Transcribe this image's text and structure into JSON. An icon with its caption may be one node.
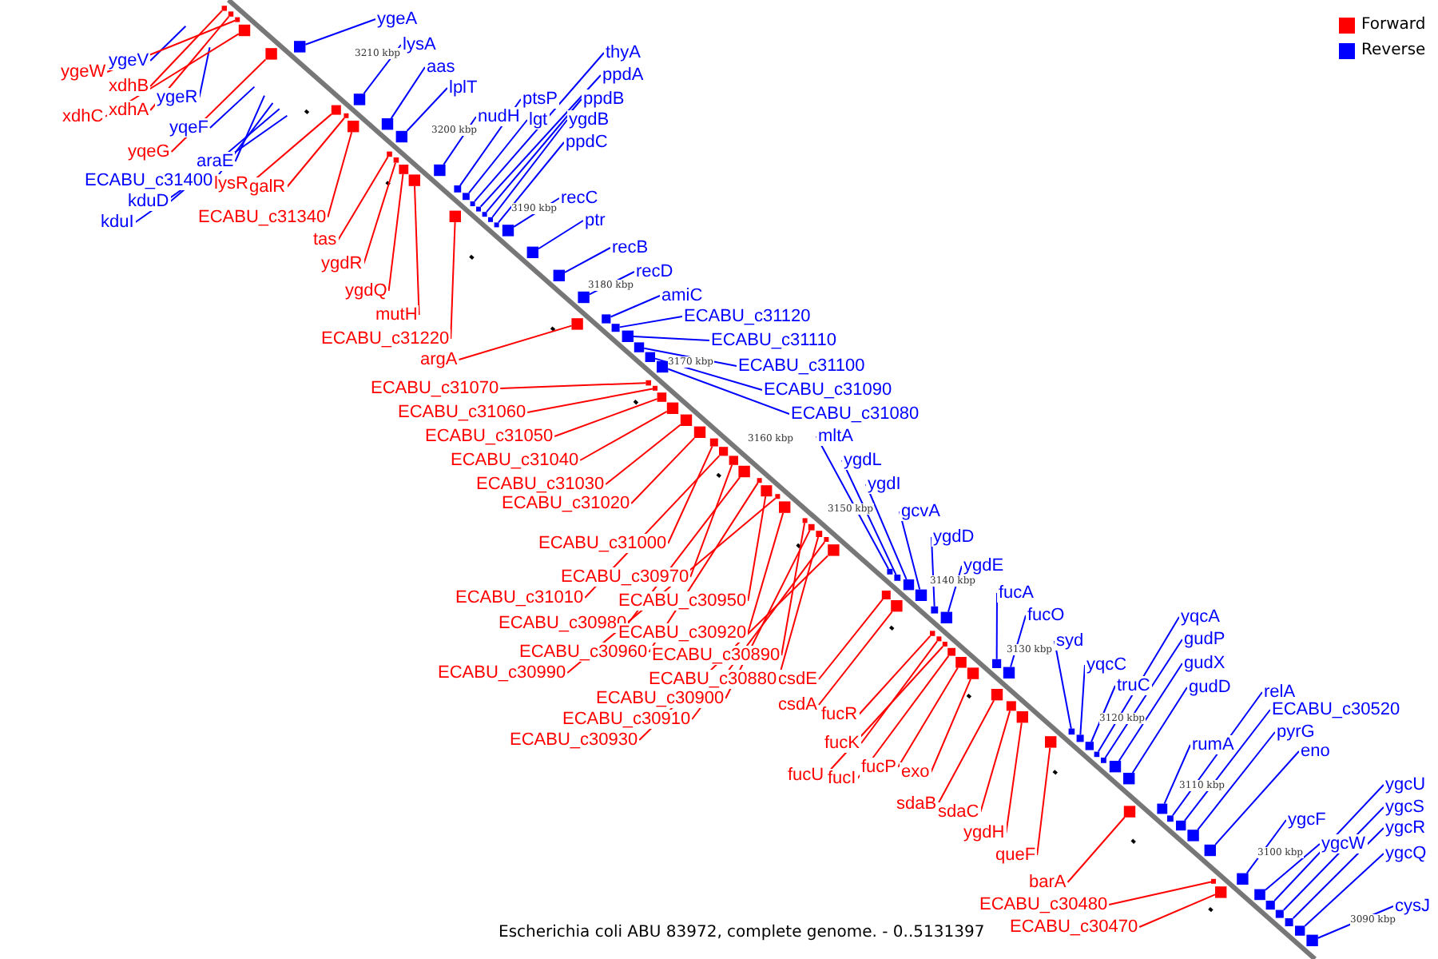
{
  "diagram": {
    "caption": "Escherichia coli ABU 83972, complete genome. - 0..5131397",
    "nodes": [
      {
        "text": [
          "ygeA"
        ]
      },
      {
        "text": [
          "lysA"
        ]
      },
      {
        "text": [
          "aas"
        ]
      },
      {
        "text": [
          "lplT"
        ]
      },
      {
        "text": [
          "nudH"
        ]
      },
      {
        "text": [
          "ptsP"
        ]
      },
      {
        "text": [
          "lgt"
        ]
      },
      {
        "text": [
          "thyA"
        ]
      },
      {
        "text": [
          "ppdA"
        ]
      },
      {
        "text": [
          "ppdB"
        ]
      },
      {
        "text": [
          "ygdB"
        ]
      },
      {
        "text": [
          "ppdC"
        ]
      },
      {
        "text": [
          "recC"
        ]
      },
      {
        "text": [
          "ptr"
        ]
      },
      {
        "text": [
          "recB"
        ]
      },
      {
        "text": [
          "recD"
        ]
      },
      {
        "text": [
          "amiC"
        ]
      },
      {
        "text": [
          "ECABU_c31120"
        ]
      },
      {
        "text": [
          "ECABU_c31110"
        ]
      },
      {
        "text": [
          "ECABU_c31100"
        ]
      },
      {
        "text": [
          "ECABU_c31090"
        ]
      },
      {
        "text": [
          "ECABU_c31080"
        ]
      },
      {
        "text": [
          "mltA"
        ]
      },
      {
        "text": [
          "ygdL"
        ]
      },
      {
        "text": [
          "ygdI"
        ]
      },
      {
        "text": [
          "gcvA"
        ]
      },
      {
        "text": [
          "ygdD"
        ]
      },
      {
        "text": [
          "ygdE"
        ]
      },
      {
        "text": [
          "fucA"
        ]
      },
      {
        "text": [
          "fucO"
        ]
      },
      {
        "text": [
          "syd"
        ]
      },
      {
        "text": [
          "yqcC"
        ]
      },
      {
        "text": [
          "truC"
        ]
      },
      {
        "text": [
          "yqcA"
        ]
      },
      {
        "text": [
          "gudP"
        ]
      },
      {
        "text": [
          "gudX"
        ]
      },
      {
        "text": [
          "gudD"
        ]
      },
      {
        "text": [
          "relA"
        ]
      },
      {
        "text": [
          "ECABU_c30520"
        ]
      },
      {
        "text": [
          "pyrG"
        ]
      },
      {
        "text": [
          "eno"
        ]
      },
      {
        "text": [
          "rumA"
        ]
      },
      {
        "text": [
          "ygcF"
        ]
      },
      {
        "text": [
          "ygcW"
        ]
      },
      {
        "text": [
          "ygcU"
        ]
      },
      {
        "text": [
          "ygcS"
        ]
      },
      {
        "text": [
          "ygcR"
        ]
      },
      {
        "text": [
          "ygcQ"
        ]
      },
      {
        "text": [
          "cysJ"
        ]
      },
      {
        "text": [
          "ygeV"
        ]
      },
      {
        "text": [
          "ygeR"
        ]
      },
      {
        "text": [
          "yqeF"
        ]
      },
      {
        "text": [
          "araE"
        ]
      },
      {
        "text": [
          "ECABU_c31400"
        ]
      },
      {
        "text": [
          "kduD"
        ]
      },
      {
        "text": [
          "kduI"
        ]
      },
      {
        "text": [
          "ygeW"
        ]
      },
      {
        "text": [
          "xdhB"
        ]
      },
      {
        "text": [
          "xdhA"
        ]
      },
      {
        "text": [
          "xdhC"
        ]
      },
      {
        "text": [
          "yqeG"
        ]
      },
      {
        "text": [
          "lysR"
        ]
      },
      {
        "text": [
          "galR"
        ]
      },
      {
        "text": [
          "ECABU_c31340"
        ]
      },
      {
        "text": [
          "tas"
        ]
      },
      {
        "text": [
          "ygdR"
        ]
      },
      {
        "text": [
          "ygdQ"
        ]
      },
      {
        "text": [
          "mutH"
        ]
      },
      {
        "text": [
          "ECABU_c31220"
        ]
      },
      {
        "text": [
          "argA"
        ]
      },
      {
        "text": [
          "ECABU_c31070"
        ]
      },
      {
        "text": [
          "ECABU_c31060"
        ]
      },
      {
        "text": [
          "ECABU_c31050"
        ]
      },
      {
        "text": [
          "ECABU_c31040"
        ]
      },
      {
        "text": [
          "ECABU_c31030"
        ]
      },
      {
        "text": [
          "ECABU_c31020"
        ]
      },
      {
        "text": [
          "ECABU_c31000"
        ]
      },
      {
        "text": [
          "ECABU_c30970"
        ]
      },
      {
        "text": [
          "ECABU_c31010"
        ]
      },
      {
        "text": [
          "ECABU_c30980"
        ]
      },
      {
        "text": [
          "ECABU_c30950"
        ]
      },
      {
        "text": [
          "ECABU_c30960"
        ]
      },
      {
        "text": [
          "ECABU_c30920"
        ]
      },
      {
        "text": [
          "ECABU_c30990"
        ]
      },
      {
        "text": [
          "ECABU_c30890"
        ]
      },
      {
        "text": [
          "ECABU_c30880"
        ]
      },
      {
        "text": [
          "ECABU_c30900"
        ]
      },
      {
        "text": [
          "ECABU_c30910"
        ]
      },
      {
        "text": [
          "ECABU_c30930"
        ]
      },
      {
        "text": [
          "csdE"
        ]
      },
      {
        "text": [
          "csdA"
        ]
      },
      {
        "text": [
          "fucR"
        ]
      },
      {
        "text": [
          "fucK"
        ]
      },
      {
        "text": [
          "fucU"
        ]
      },
      {
        "text": [
          "fucI"
        ]
      },
      {
        "text": [
          "fucP"
        ]
      },
      {
        "text": [
          "exo"
        ]
      },
      {
        "text": [
          "sdaB"
        ]
      },
      {
        "text": [
          "sdaC"
        ]
      },
      {
        "text": [
          "ygdH"
        ]
      },
      {
        "text": [
          "queF"
        ]
      },
      {
        "text": [
          "barA"
        ]
      },
      {
        "text": [
          "ECABU_c30480"
        ]
      },
      {
        "text": [
          "ECABU_c30470"
        ]
      },
      {
        "text": [],
        "shape": "box"
      },
      {
        "text": [],
        "shape": "box"
      },
      {
        "text": [],
        "shape": "box"
      },
      {
        "text": [],
        "shape": "box"
      },
      {
        "text": [],
        "shape": "box"
      },
      {
        "text": [],
        "shape": "box"
      },
      {
        "text": [],
        "shape": "box"
      },
      {
        "text": [],
        "shape": "box"
      },
      {
        "text": [],
        "shape": "box"
      },
      {
        "text": [],
        "shape": "box"
      },
      {
        "text": [],
        "shape": "box"
      },
      {
        "text": [],
        "shape": "box"
      },
      {
        "text": [],
        "shape": "box"
      },
      {
        "text": [],
        "shape": "box"
      },
      {
        "text": [],
        "shape": "box"
      },
      {
        "text": [],
        "shape": "box"
      },
      {
        "text": [],
        "shape": "box"
      },
      {
        "text": [],
        "shape": "box"
      },
      {
        "text": [],
        "shape": "box"
      },
      {
        "text": [],
        "shape": "box"
      },
      {
        "text": [],
        "shape": "box"
      },
      {
        "text": [],
        "shape": "box"
      },
      {
        "text": [],
        "shape": "box"
      },
      {
        "text": [],
        "shape": "box"
      },
      {
        "text": [],
        "shape": "box"
      },
      {
        "text": [],
        "shape": "box"
      },
      {
        "text": [],
        "shape": "box"
      },
      {
        "text": [],
        "shape": "box"
      },
      {
        "text": [],
        "shape": "box"
      },
      {
        "text": [],
        "shape": "box"
      },
      {
        "text": [],
        "shape": "box"
      },
      {
        "text": [],
        "shape": "box"
      },
      {
        "text": [],
        "shape": "box"
      },
      {
        "text": [],
        "shape": "box"
      },
      {
        "text": [],
        "shape": "box"
      },
      {
        "text": [],
        "shape": "box"
      },
      {
        "text": [],
        "shape": "box"
      },
      {
        "text": [],
        "shape": "box"
      },
      {
        "text": [],
        "shape": "box"
      },
      {
        "text": [],
        "shape": "box"
      },
      {
        "text": [],
        "shape": "box"
      },
      {
        "text": [],
        "shape": "box"
      },
      {
        "text": [],
        "shape": "box"
      },
      {
        "text": [],
        "shape": "box"
      },
      {
        "text": [],
        "shape": "box"
      },
      {
        "text": [],
        "shape": "box"
      },
      {
        "text": [],
        "shape": "box"
      },
      {
        "text": [],
        "shape": "box"
      },
      {
        "text": [],
        "shape": "box"
      },
      {
        "text": [],
        "shape": "box"
      },
      {
        "text": [],
        "shape": "box"
      },
      {
        "text": [],
        "shape": "box"
      },
      {
        "text": [],
        "shape": "box"
      },
      {
        "text": [],
        "shape": "box"
      },
      {
        "text": [],
        "shape": "box"
      },
      {
        "text": [],
        "shape": "box"
      },
      {
        "text": [],
        "shape": "box"
      },
      {
        "text": [],
        "shape": "box"
      },
      {
        "text": [],
        "shape": "box"
      },
      {
        "text": [],
        "shape": "box"
      },
      {
        "text": [],
        "shape": "box"
      },
      {
        "text": [],
        "shape": "box"
      },
      {
        "text": [],
        "shape": "box"
      },
      {
        "text": [],
        "shape": "box"
      },
      {
        "text": [],
        "shape": "box"
      },
      {
        "text": [],
        "shape": "box"
      },
      {
        "text": [],
        "shape": "box"
      },
      {
        "text": [],
        "shape": "box"
      },
      {
        "text": [],
        "shape": "box"
      },
      {
        "text": [],
        "shape": "box"
      },
      {
        "text": [],
        "shape": "box"
      },
      {
        "text": [],
        "shape": "box"
      },
      {
        "text": [],
        "shape": "box"
      },
      {
        "text": [],
        "shape": "box"
      },
      {
        "text": [],
        "shape": "box"
      },
      {
        "text": [],
        "shape": "box"
      },
      {
        "text": [],
        "shape": "box"
      },
      {
        "text": [],
        "shape": "box"
      },
      {
        "text": [],
        "shape": "box"
      },
      {
        "text": [],
        "shape": "box"
      },
      {
        "text": [],
        "shape": "box"
      },
      {
        "text": [],
        "shape": "box"
      },
      {
        "text": [],
        "shape": "box"
      },
      {
        "text": [],
        "shape": "box"
      },
      {
        "text": [],
        "shape": "box"
      },
      {
        "text": [],
        "shape": "box"
      },
      {
        "text": [],
        "shape": "box"
      },
      {
        "text": [],
        "shape": "box"
      },
      {
        "text": [],
        "shape": "box"
      },
      {
        "text": [],
        "shape": "box"
      },
      {
        "text": [],
        "shape": "box"
      },
      {
        "text": [],
        "shape": "box"
      },
      {
        "text": [],
        "shape": "box"
      },
      {
        "text": [],
        "shape": "box"
      },
      {
        "text": [],
        "shape": "box"
      },
      {
        "text": [],
        "shape": "box"
      },
      {
        "text": [],
        "shape": "box"
      }
    ],
    "edges": [
      {
        "from": 0,
        "to": 104,
        "arrow": "none",
        "color": "#0000ff"
      },
      {
        "from": 1,
        "to": 105,
        "arrow": "none",
        "color": "#0000ff"
      },
      {
        "from": 2,
        "to": 106,
        "arrow": "none",
        "color": "#0000ff"
      },
      {
        "from": 3,
        "to": 107,
        "arrow": "none",
        "color": "#0000ff"
      },
      {
        "from": 4,
        "to": 108,
        "arrow": "none",
        "color": "#0000ff"
      },
      {
        "from": 5,
        "to": 109,
        "arrow": "none",
        "color": "#0000ff"
      },
      {
        "from": 6,
        "to": 110,
        "arrow": "none",
        "color": "#0000ff"
      },
      {
        "from": 7,
        "to": 111,
        "arrow": "none",
        "color": "#0000ff"
      },
      {
        "from": 8,
        "to": 112,
        "arrow": "none",
        "color": "#0000ff"
      },
      {
        "from": 9,
        "to": 113,
        "arrow": "none",
        "color": "#0000ff"
      },
      {
        "from": 10,
        "to": 114,
        "arrow": "none",
        "color": "#0000ff"
      },
      {
        "from": 11,
        "to": 115,
        "arrow": "none",
        "color": "#0000ff"
      },
      {
        "from": 12,
        "to": 116,
        "arrow": "none",
        "color": "#0000ff"
      },
      {
        "from": 13,
        "to": 117,
        "arrow": "none",
        "color": "#0000ff"
      },
      {
        "from": 14,
        "to": 118,
        "arrow": "none",
        "color": "#0000ff"
      },
      {
        "from": 15,
        "to": 119,
        "arrow": "none",
        "color": "#0000ff"
      },
      {
        "from": 16,
        "to": 120,
        "arrow": "none",
        "color": "#0000ff"
      },
      {
        "from": 17,
        "to": 121,
        "arrow": "none",
        "color": "#0000ff"
      },
      {
        "from": 18,
        "to": 122,
        "arrow": "none",
        "color": "#0000ff"
      },
      {
        "from": 19,
        "to": 123,
        "arrow": "none",
        "color": "#0000ff"
      },
      {
        "from": 20,
        "to": 124,
        "arrow": "none",
        "color": "#0000ff"
      },
      {
        "from": 21,
        "to": 125,
        "arrow": "none",
        "color": "#0000ff"
      },
      {
        "from": 22,
        "to": 126,
        "arrow": "none",
        "color": "#0000ff"
      },
      {
        "from": 23,
        "to": 127,
        "arrow": "none",
        "color": "#0000ff"
      },
      {
        "from": 24,
        "to": 128,
        "arrow": "none",
        "color": "#0000ff"
      },
      {
        "from": 25,
        "to": 129,
        "arrow": "none",
        "color": "#0000ff"
      },
      {
        "from": 26,
        "to": 130,
        "arrow": "none",
        "color": "#0000ff"
      },
      {
        "from": 27,
        "to": 131,
        "arrow": "none",
        "color": "#0000ff"
      },
      {
        "from": 28,
        "to": 132,
        "arrow": "none",
        "color": "#0000ff"
      },
      {
        "from": 29,
        "to": 133,
        "arrow": "none",
        "color": "#0000ff"
      },
      {
        "from": 30,
        "to": 134,
        "arrow": "none",
        "color": "#0000ff"
      },
      {
        "from": 31,
        "to": 135,
        "arrow": "none",
        "color": "#0000ff"
      },
      {
        "from": 32,
        "to": 136,
        "arrow": "none",
        "color": "#0000ff"
      },
      {
        "from": 33,
        "to": 137,
        "arrow": "none",
        "color": "#0000ff"
      },
      {
        "from": 34,
        "to": 138,
        "arrow": "none",
        "color": "#0000ff"
      },
      {
        "from": 35,
        "to": 139,
        "arrow": "none",
        "color": "#0000ff"
      },
      {
        "from": 36,
        "to": 140,
        "arrow": "none",
        "color": "#0000ff"
      },
      {
        "from": 37,
        "to": 141,
        "arrow": "none",
        "color": "#0000ff"
      },
      {
        "from": 38,
        "to": 142,
        "arrow": "none",
        "color": "#0000ff"
      },
      {
        "from": 39,
        "to": 143,
        "arrow": "none",
        "color": "#0000ff"
      },
      {
        "from": 40,
        "to": 144,
        "arrow": "none",
        "color": "#0000ff"
      },
      {
        "from": 41,
        "to": 145,
        "arrow": "none",
        "color": "#0000ff"
      },
      {
        "from": 42,
        "to": 146,
        "arrow": "none",
        "color": "#0000ff"
      },
      {
        "from": 43,
        "to": 147,
        "arrow": "none",
        "color": "#0000ff"
      },
      {
        "from": 44,
        "to": 148,
        "arrow": "none",
        "color": "#0000ff"
      },
      {
        "from": 45,
        "to": 149,
        "arrow": "none",
        "color": "#0000ff"
      },
      {
        "from": 46,
        "to": 150,
        "arrow": "none",
        "color": "#0000ff"
      },
      {
        "from": 47,
        "to": 151,
        "arrow": "none",
        "color": "#0000ff"
      },
      {
        "from": 48,
        "to": 152,
        "arrow": "none",
        "color": "#0000ff"
      },
      {
        "from": 49,
        "to": null,
        "arrow": "none",
        "color": "#0000ff"
      },
      {
        "from": 50,
        "to": null,
        "arrow": "none",
        "color": "#0000ff"
      },
      {
        "from": 51,
        "to": null,
        "arrow": "none",
        "color": "#0000ff"
      },
      {
        "from": 52,
        "to": null,
        "arrow": "none",
        "color": "#0000ff"
      },
      {
        "from": 53,
        "to": null,
        "arrow": "none",
        "color": "#0000ff"
      },
      {
        "from": 54,
        "to": null,
        "arrow": "none",
        "color": "#0000ff"
      },
      {
        "from": 55,
        "to": null,
        "arrow": "none",
        "color": "#0000ff"
      },
      {
        "from": 56,
        "to": 153,
        "arrow": "none",
        "color": "#ff0000"
      },
      {
        "from": 57,
        "to": 154,
        "arrow": "none",
        "color": "#ff0000"
      },
      {
        "from": 58,
        "to": 155,
        "arrow": "none",
        "color": "#ff0000"
      },
      {
        "from": 59,
        "to": 156,
        "arrow": "none",
        "color": "#ff0000"
      },
      {
        "from": 60,
        "to": 157,
        "arrow": "none",
        "color": "#ff0000"
      },
      {
        "from": 61,
        "to": 158,
        "arrow": "none",
        "color": "#ff0000"
      },
      {
        "from": 62,
        "to": 159,
        "arrow": "none",
        "color": "#ff0000"
      },
      {
        "from": 63,
        "to": 160,
        "arrow": "none",
        "color": "#ff0000"
      },
      {
        "from": 64,
        "to": 161,
        "arrow": "none",
        "color": "#ff0000"
      },
      {
        "from": 65,
        "to": 162,
        "arrow": "none",
        "color": "#ff0000"
      },
      {
        "from": 66,
        "to": 163,
        "arrow": "none",
        "color": "#ff0000"
      },
      {
        "from": 67,
        "to": 164,
        "arrow": "none",
        "color": "#ff0000"
      },
      {
        "from": 68,
        "to": 165,
        "arrow": "none",
        "color": "#ff0000"
      },
      {
        "from": 69,
        "to": 166,
        "arrow": "none",
        "color": "#ff0000"
      },
      {
        "from": 70,
        "to": 167,
        "arrow": "none",
        "color": "#ff0000"
      },
      {
        "from": 71,
        "to": 168,
        "arrow": "none",
        "color": "#ff0000"
      },
      {
        "from": 72,
        "to": 169,
        "arrow": "none",
        "color": "#ff0000"
      },
      {
        "from": 73,
        "to": 170,
        "arrow": "none",
        "color": "#ff0000"
      },
      {
        "from": 74,
        "to": 171,
        "arrow": "none",
        "color": "#ff0000"
      },
      {
        "from": 75,
        "to": 172,
        "arrow": "none",
        "color": "#ff0000"
      },
      {
        "from": 76,
        "to": 173,
        "arrow": "none",
        "color": "#ff0000"
      },
      {
        "from": 77,
        "to": 174,
        "arrow": "none",
        "color": "#ff0000"
      },
      {
        "from": 78,
        "to": 175,
        "arrow": "none",
        "color": "#ff0000"
      },
      {
        "from": 79,
        "to": 176,
        "arrow": "none",
        "color": "#ff0000"
      },
      {
        "from": 80,
        "to": 177,
        "arrow": "none",
        "color": "#ff0000"
      },
      {
        "from": 81,
        "to": 178,
        "arrow": "none",
        "color": "#ff0000"
      },
      {
        "from": 82,
        "to": 179,
        "arrow": "none",
        "color": "#ff0000"
      },
      {
        "from": 83,
        "to": 180,
        "arrow": "none",
        "color": "#ff0000"
      },
      {
        "from": 84,
        "to": 181,
        "arrow": "none",
        "color": "#ff0000"
      },
      {
        "from": 85,
        "to": 182,
        "arrow": "none",
        "color": "#ff0000"
      },
      {
        "from": 86,
        "to": 183,
        "arrow": "none",
        "color": "#ff0000"
      },
      {
        "from": 87,
        "to": 184,
        "arrow": "none",
        "color": "#ff0000"
      },
      {
        "from": 88,
        "to": 185,
        "arrow": "none",
        "color": "#ff0000"
      },
      {
        "from": 89,
        "to": 186,
        "arrow": "none",
        "color": "#ff0000"
      },
      {
        "from": 90,
        "to": 187,
        "arrow": "none",
        "color": "#ff0000"
      },
      {
        "from": 91,
        "to": 188,
        "arrow": "none",
        "color": "#ff0000"
      },
      {
        "from": 92,
        "to": 189,
        "arrow": "none",
        "color": "#ff0000"
      },
      {
        "from": 93,
        "to": 190,
        "arrow": "none",
        "color": "#ff0000"
      },
      {
        "from": 94,
        "to": 191,
        "arrow": "none",
        "color": "#ff0000"
      },
      {
        "from": 95,
        "to": 192,
        "arrow": "none",
        "color": "#ff0000"
      },
      {
        "from": 96,
        "to": 193,
        "arrow": "none",
        "color": "#ff0000"
      },
      {
        "from": 97,
        "to": 194,
        "arrow": "none",
        "color": "#ff0000"
      },
      {
        "from": 98,
        "to": 195,
        "arrow": "none",
        "color": "#ff0000"
      },
      {
        "from": 99,
        "to": 196,
        "arrow": "none",
        "color": "#ff0000"
      },
      {
        "from": 100,
        "to": 197,
        "arrow": "none",
        "color": "#ff0000"
      },
      {
        "from": 101,
        "to": 198,
        "arrow": "none",
        "color": "#ff0000"
      },
      {
        "from": 102,
        "to": 199,
        "arrow": "none",
        "color": "#ff0000"
      },
      {
        "from": 103,
        "to": 200,
        "arrow": "none",
        "color": "#ff0000"
      }
    ],
    "labels": [
      "3210 kbp",
      "3200 kbp",
      "3190 kbp",
      "3180 kbp",
      "3170 kbp",
      "3160 kbp",
      "3150 kbp",
      "3140 kbp",
      "3130 kbp",
      "3120 kbp",
      "3110 kbp",
      "3100 kbp",
      "3090 kbp"
    ],
    "legend": [
      {
        "text": "Forward",
        "color": "#ff0000"
      },
      {
        "text": "Reverse",
        "color": "#0000ff"
      }
    ]
  }
}
